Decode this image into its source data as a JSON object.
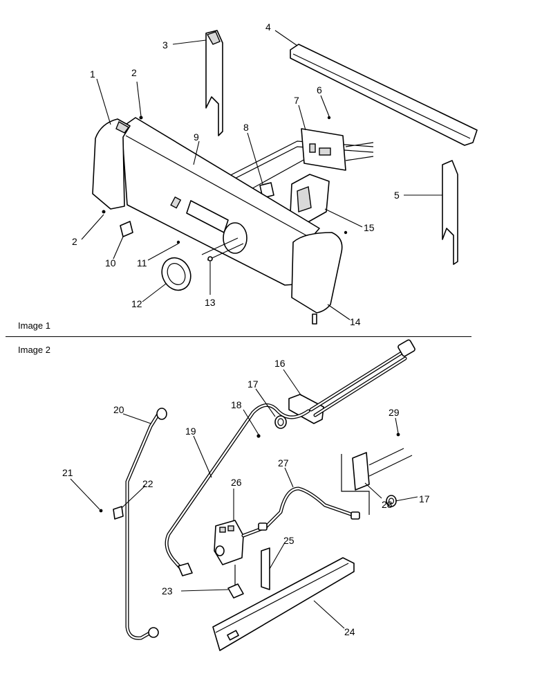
{
  "sections": [
    {
      "label": "Image 1"
    },
    {
      "label": "Image 2"
    }
  ],
  "callouts": {
    "c1": "1",
    "c2a": "2",
    "c2b": "2",
    "c3": "3",
    "c4": "4",
    "c5": "5",
    "c6": "6",
    "c7": "7",
    "c8": "8",
    "c9": "9",
    "c10": "10",
    "c11": "11",
    "c12": "12",
    "c13": "13",
    "c14": "14",
    "c15": "15",
    "c16": "16",
    "c17a": "17",
    "c17b": "17",
    "c18": "18",
    "c19": "19",
    "c20": "20",
    "c21": "21",
    "c22": "22",
    "c23": "23",
    "c24": "24",
    "c25": "25",
    "c26": "26",
    "c27": "27",
    "c28": "28",
    "c29": "29"
  }
}
